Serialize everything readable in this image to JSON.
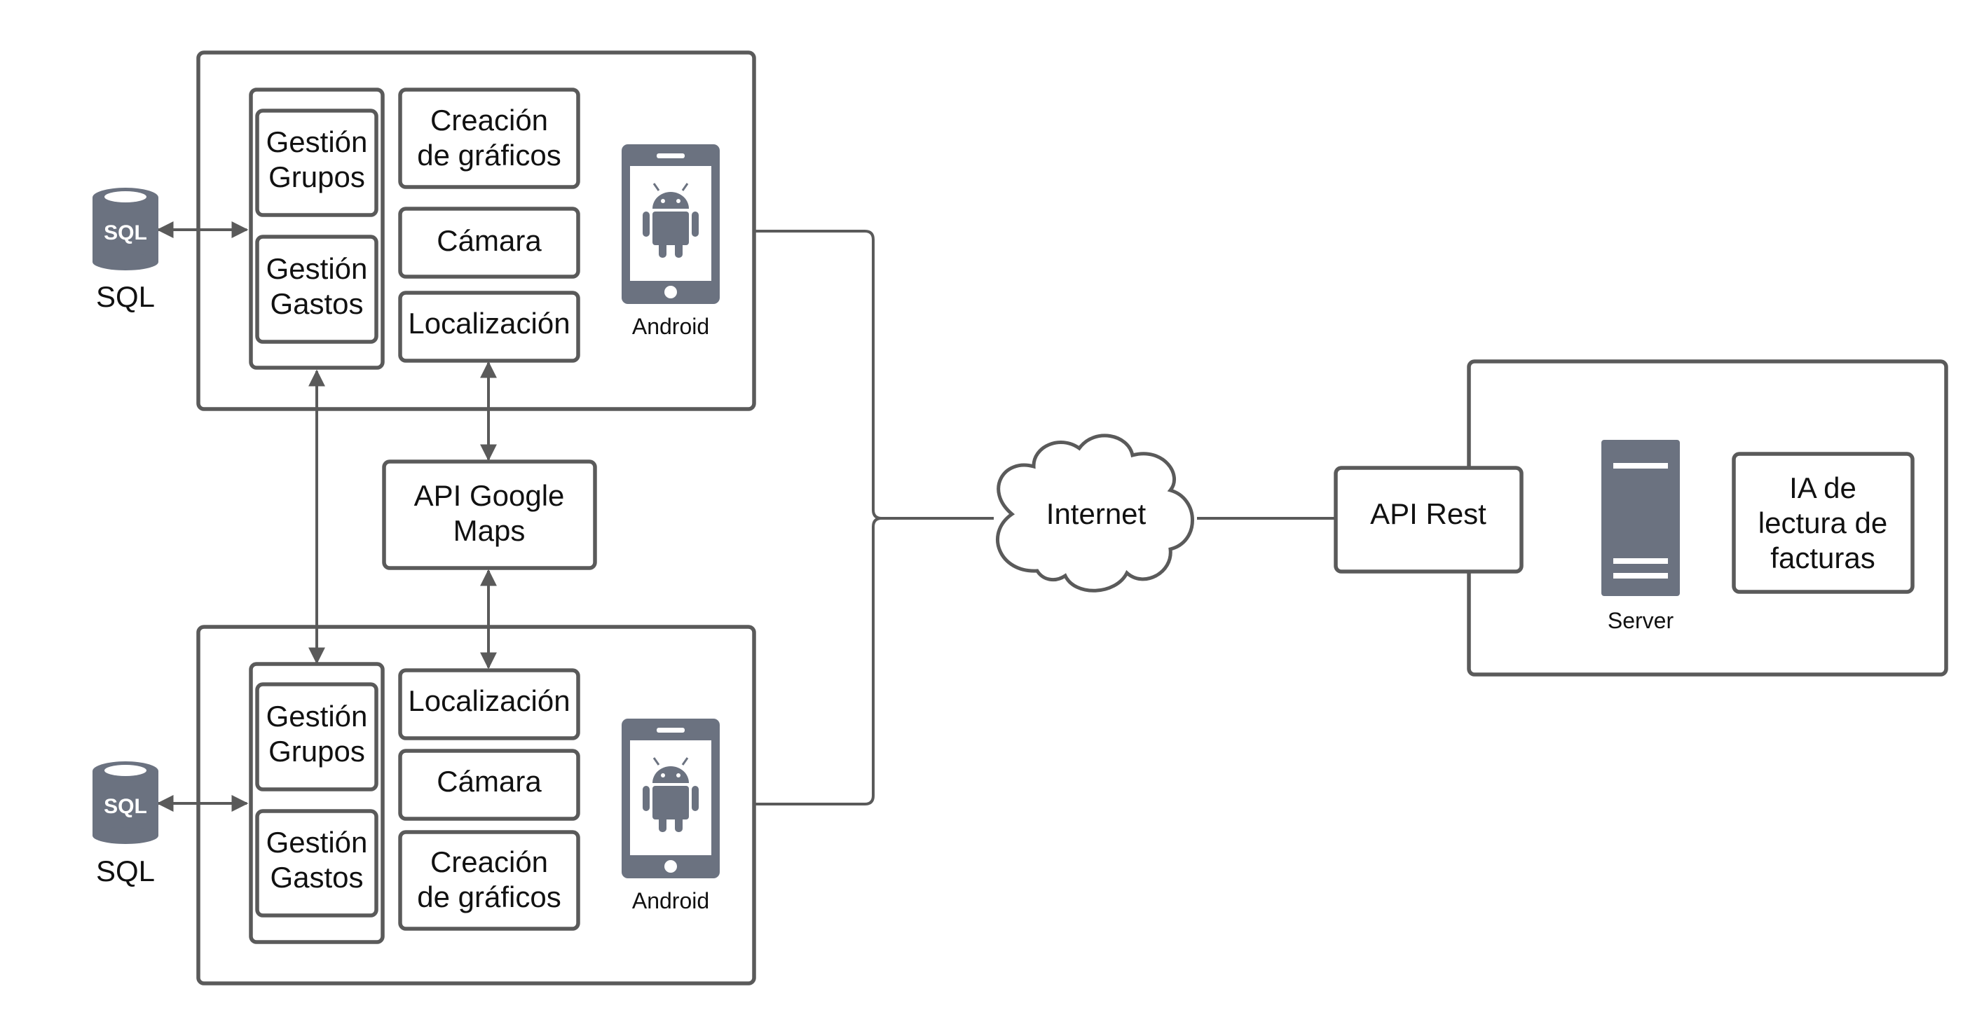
{
  "colors": {
    "stroke": "#5a5a5a",
    "icon": "#6b7280",
    "text": "#111111",
    "background": "#ffffff"
  },
  "top_client": {
    "sql_label": "SQL",
    "sql_badge": "SQL",
    "grupos_line1": "Gestión",
    "grupos_line2": "Grupos",
    "gastos_line1": "Gestión",
    "gastos_line2": "Gastos",
    "graficos_line1": "Creación",
    "graficos_line2": "de gráficos",
    "camara": "Cámara",
    "localizacion": "Localización",
    "android_label": "Android",
    "phone_icon": "android-phone-icon"
  },
  "bottom_client": {
    "sql_label": "SQL",
    "sql_badge": "SQL",
    "grupos_line1": "Gestión",
    "grupos_line2": "Grupos",
    "gastos_line1": "Gestión",
    "gastos_line2": "Gastos",
    "localizacion": "Localización",
    "camara": "Cámara",
    "graficos_line1": "Creación",
    "graficos_line2": "de gráficos",
    "android_label": "Android",
    "phone_icon": "android-phone-icon"
  },
  "maps_api": {
    "line1": "API Google",
    "line2": "Maps"
  },
  "internet": {
    "label": "Internet",
    "icon": "cloud-icon"
  },
  "server_side": {
    "api_rest": "API Rest",
    "server_label": "Server",
    "server_icon": "server-icon",
    "ia_line1": "IA de",
    "ia_line2": "lectura de",
    "ia_line3": "facturas"
  }
}
